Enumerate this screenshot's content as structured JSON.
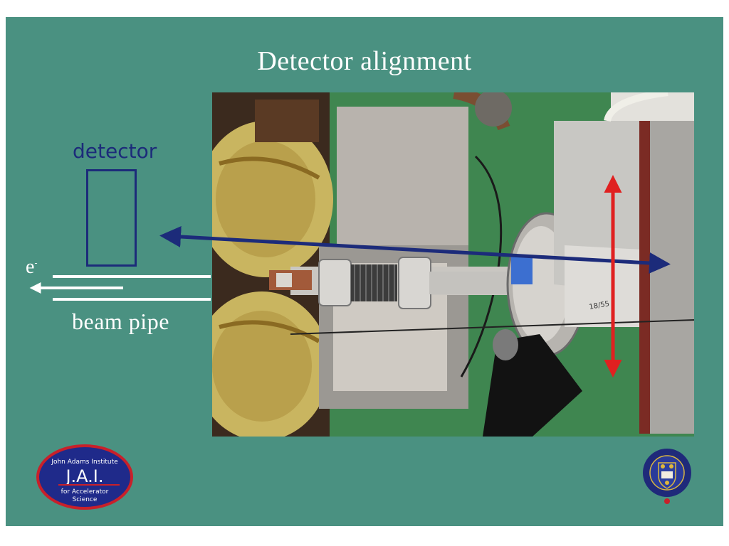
{
  "slide": {
    "title": "Detector alignment",
    "detector_label": "detector",
    "electron_label": "e",
    "electron_superscript": "-",
    "beam_pipe_label": "beam pipe"
  },
  "logos": {
    "jai_line1": "John Adams Institute",
    "jai_mark": "J.A.I.",
    "jai_line2": "for Accelerator",
    "jai_line3": "Science"
  },
  "photo_markings": {
    "pen_text": "18/55"
  },
  "colors": {
    "background": "#4a9181",
    "detector_blue": "#1c2b7a",
    "arrow_red": "#e02020",
    "beam_white": "#ffffff"
  }
}
